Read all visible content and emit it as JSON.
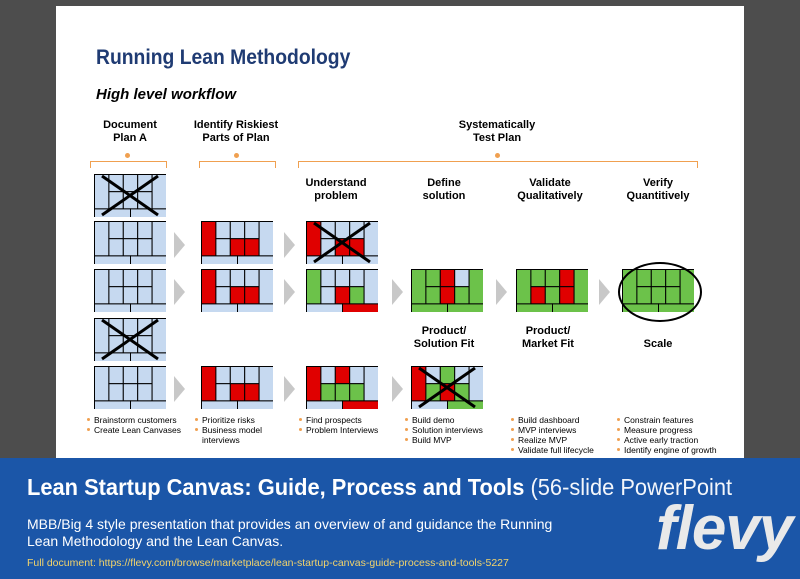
{
  "slide": {
    "title": "Running Lean Methodology",
    "subtitle": "High level workflow",
    "headers": {
      "document": "Document\nPlan A",
      "identify": "Identify Riskiest\nParts of Plan",
      "systematically": "Systematically\nTest Plan",
      "understand": "Understand\nproblem",
      "define": "Define\nsolution",
      "validate": "Validate\nQualitatively",
      "verify": "Verify\nQuantitively"
    },
    "milestones": {
      "product_solution_fit": "Product/\nSolution Fit",
      "product_market_fit": "Product/\nMarket Fit",
      "scale": "Scale"
    },
    "bullets": {
      "col1": [
        "Brainstorm customers",
        "Create Lean Canvases"
      ],
      "col2": [
        "Prioritize risks",
        "Business model interviews"
      ],
      "col3": [
        "Find prospects",
        "Problem Interviews"
      ],
      "col4": [
        "Build demo",
        "Solution interviews",
        "Build MVP"
      ],
      "col5": [
        "Build dashboard",
        "MVP interviews",
        "Realize MVP",
        "Validate full lifecycle"
      ],
      "col6": [
        "Constrain features",
        "Measure progress",
        "Active early traction",
        "Identify engine of growth"
      ]
    },
    "colors": {
      "title": "#1f3b73",
      "bracket": "#f0a050",
      "cell_default": "#c6d9f0",
      "cell_risk": "#e00000",
      "cell_validated": "#6cc24a",
      "arrow": "#c8c8c8"
    }
  },
  "banner": {
    "title": "Lean Startup Canvas: Guide, Process and Tools",
    "title_suffix": "(56-slide PowerPoint",
    "description": "MBB/Big 4 style presentation that provides an overview of and guidance the Running Lean Methodology and the Lean Canvas.",
    "link": "Full document: https://flevy.com/browse/marketplace/lean-startup-canvas-guide-process-and-tools-5227",
    "logo": "flevy",
    "colors": {
      "background": "#1b56a8",
      "link": "#f2d36b"
    }
  }
}
